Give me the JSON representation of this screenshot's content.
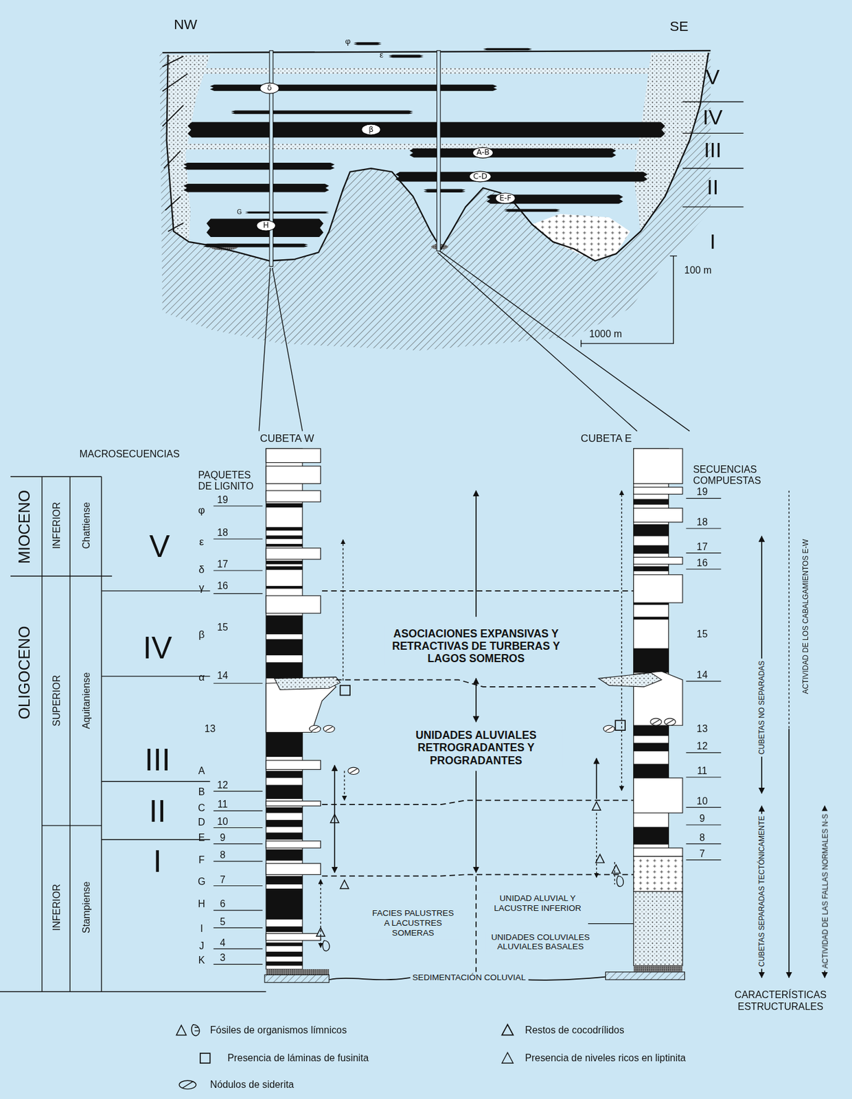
{
  "diagram": {
    "nodes": [
      {
        "text": [
          "δ"
        ]
      },
      {
        "text": [
          "β"
        ]
      },
      {
        "text": [
          "A-B"
        ]
      },
      {
        "text": [
          "C-D"
        ]
      },
      {
        "text": [
          "E-F"
        ]
      },
      {
        "text": [
          "H"
        ]
      }
    ],
    "labels": [
      "NW",
      "SE",
      "φ",
      "ε",
      "G",
      "V",
      "IV",
      "III",
      "II",
      "I",
      "100 m",
      "1000 m",
      "CUBETA W",
      "CUBETA E",
      "MACROSECUENCIAS",
      "PAQUETES DE LIGNITO",
      "SECUENCIAS COMPUESTAS",
      "MIOCENO",
      "INFERIOR",
      "Chattiense",
      "OLIGOCENO",
      "SUPERIOR",
      "Aquitaniense",
      "INFERIOR",
      "Stampiense",
      "V",
      "IV",
      "III",
      "II",
      "I",
      "φ",
      "19",
      "ε",
      "18",
      "δ",
      "17",
      "γ",
      "16",
      "15",
      "β",
      "α",
      "14",
      "13",
      "A",
      "B",
      "12",
      "C",
      "11",
      "D",
      "10",
      "E",
      "9",
      "F",
      "8",
      "G",
      "7",
      "H",
      "6",
      "I",
      "5",
      "J",
      "4",
      "K",
      "3",
      "19",
      "18",
      "17",
      "16",
      "15",
      "14",
      "13",
      "12",
      "11",
      "10",
      "9",
      "8",
      "7",
      "ASOCIACIONES EXPANSIVAS Y RETRACTIVAS DE TURBERAS Y LAGOS SOMEROS",
      "UNIDADES ALUVIALES RETROGRADANTES Y PROGRADANTES",
      "FACIES PALUSTRES A LACUSTRES SOMERAS",
      "UNIDAD ALUVIAL Y LACUSTRE INFERIOR",
      "UNIDADES COLUVIALES ALUVIALES BASALES",
      "SEDIMENTACIÓN COLUVIAL",
      "CARACTERÍSTICAS ESTRUCTURALES",
      "CUBETAS NO SEPARADAS",
      "CUBETAS SEPARADAS TECTÓNICAMENTE",
      "ACTIVIDAD DE LOS CABALGAMIENTOS E-W",
      "ACTIVIDAD DE LAS FALLAS NORMALES N-S"
    ],
    "legend": [
      {
        "text": "Fósiles de organismos límnicos"
      },
      {
        "text": "Restos de cocodrílidos"
      },
      {
        "text": "Presencia de láminas de fusinita"
      },
      {
        "text": "Presencia de niveles ricos en liptinita"
      },
      {
        "text": "Nódulos de siderita"
      }
    ]
  }
}
